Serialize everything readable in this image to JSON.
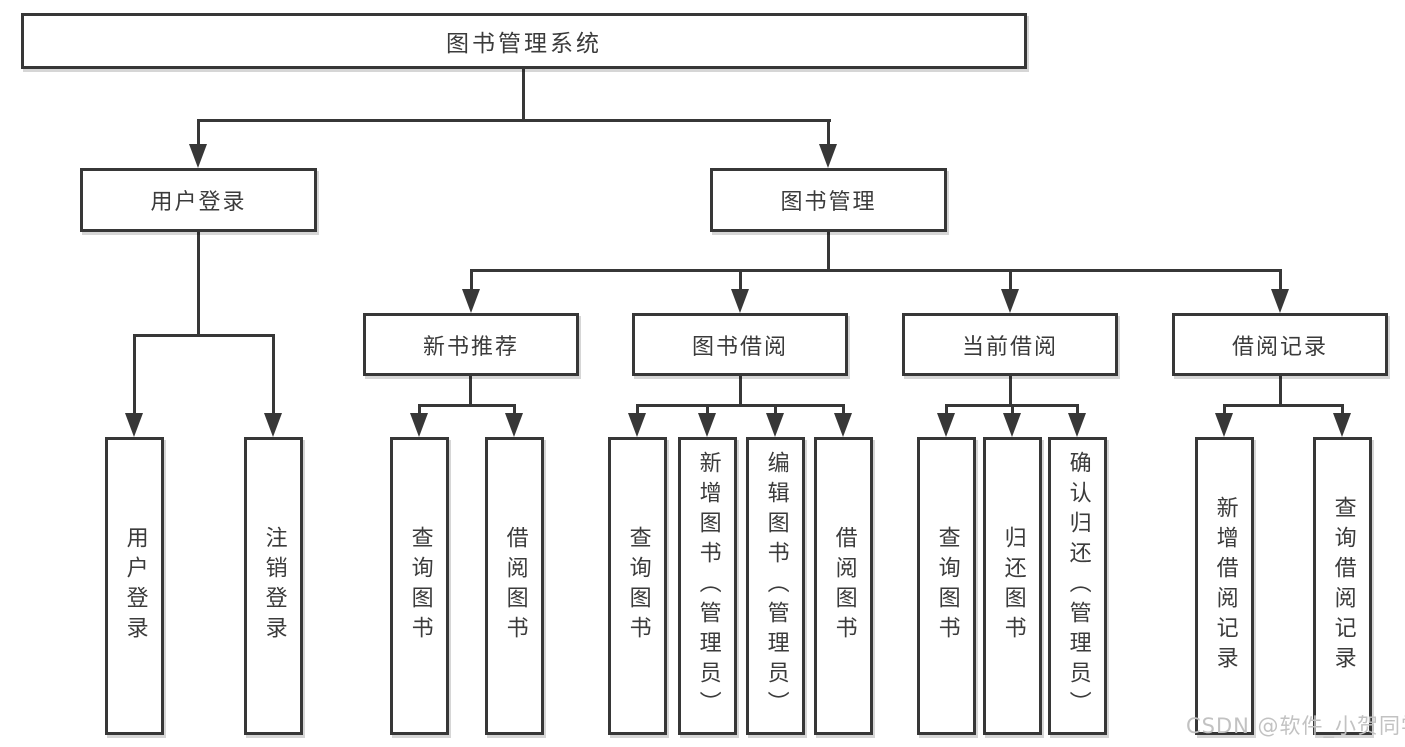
{
  "colors": {
    "line": "#373737",
    "text": "#3b3b3b",
    "box_background": "#ffffff",
    "background": "#ffffff",
    "watermark": "#c2c2c2"
  },
  "watermark": {
    "text": "CSDN @软件_小贺同学"
  },
  "tree": {
    "root": {
      "label": "图书管理系统"
    },
    "branches": [
      {
        "label": "用户登录",
        "children": [
          {
            "label": "用户登录"
          },
          {
            "label": "注销登录"
          }
        ]
      },
      {
        "label": "图书管理",
        "children": [
          {
            "label": "新书推荐",
            "children": [
              {
                "label": "查询图书"
              },
              {
                "label": "借阅图书"
              }
            ]
          },
          {
            "label": "图书借阅",
            "children": [
              {
                "label": "查询图书"
              },
              {
                "label": "新增图书（管理员）"
              },
              {
                "label": "编辑图书（管理员）"
              },
              {
                "label": "借阅图书"
              }
            ]
          },
          {
            "label": "当前借阅",
            "children": [
              {
                "label": "查询图书"
              },
              {
                "label": "归还图书"
              },
              {
                "label": "确认归还（管理员）"
              }
            ]
          },
          {
            "label": "借阅记录",
            "children": [
              {
                "label": "新增借阅记录"
              },
              {
                "label": "查询借阅记录"
              }
            ]
          }
        ]
      }
    ]
  }
}
